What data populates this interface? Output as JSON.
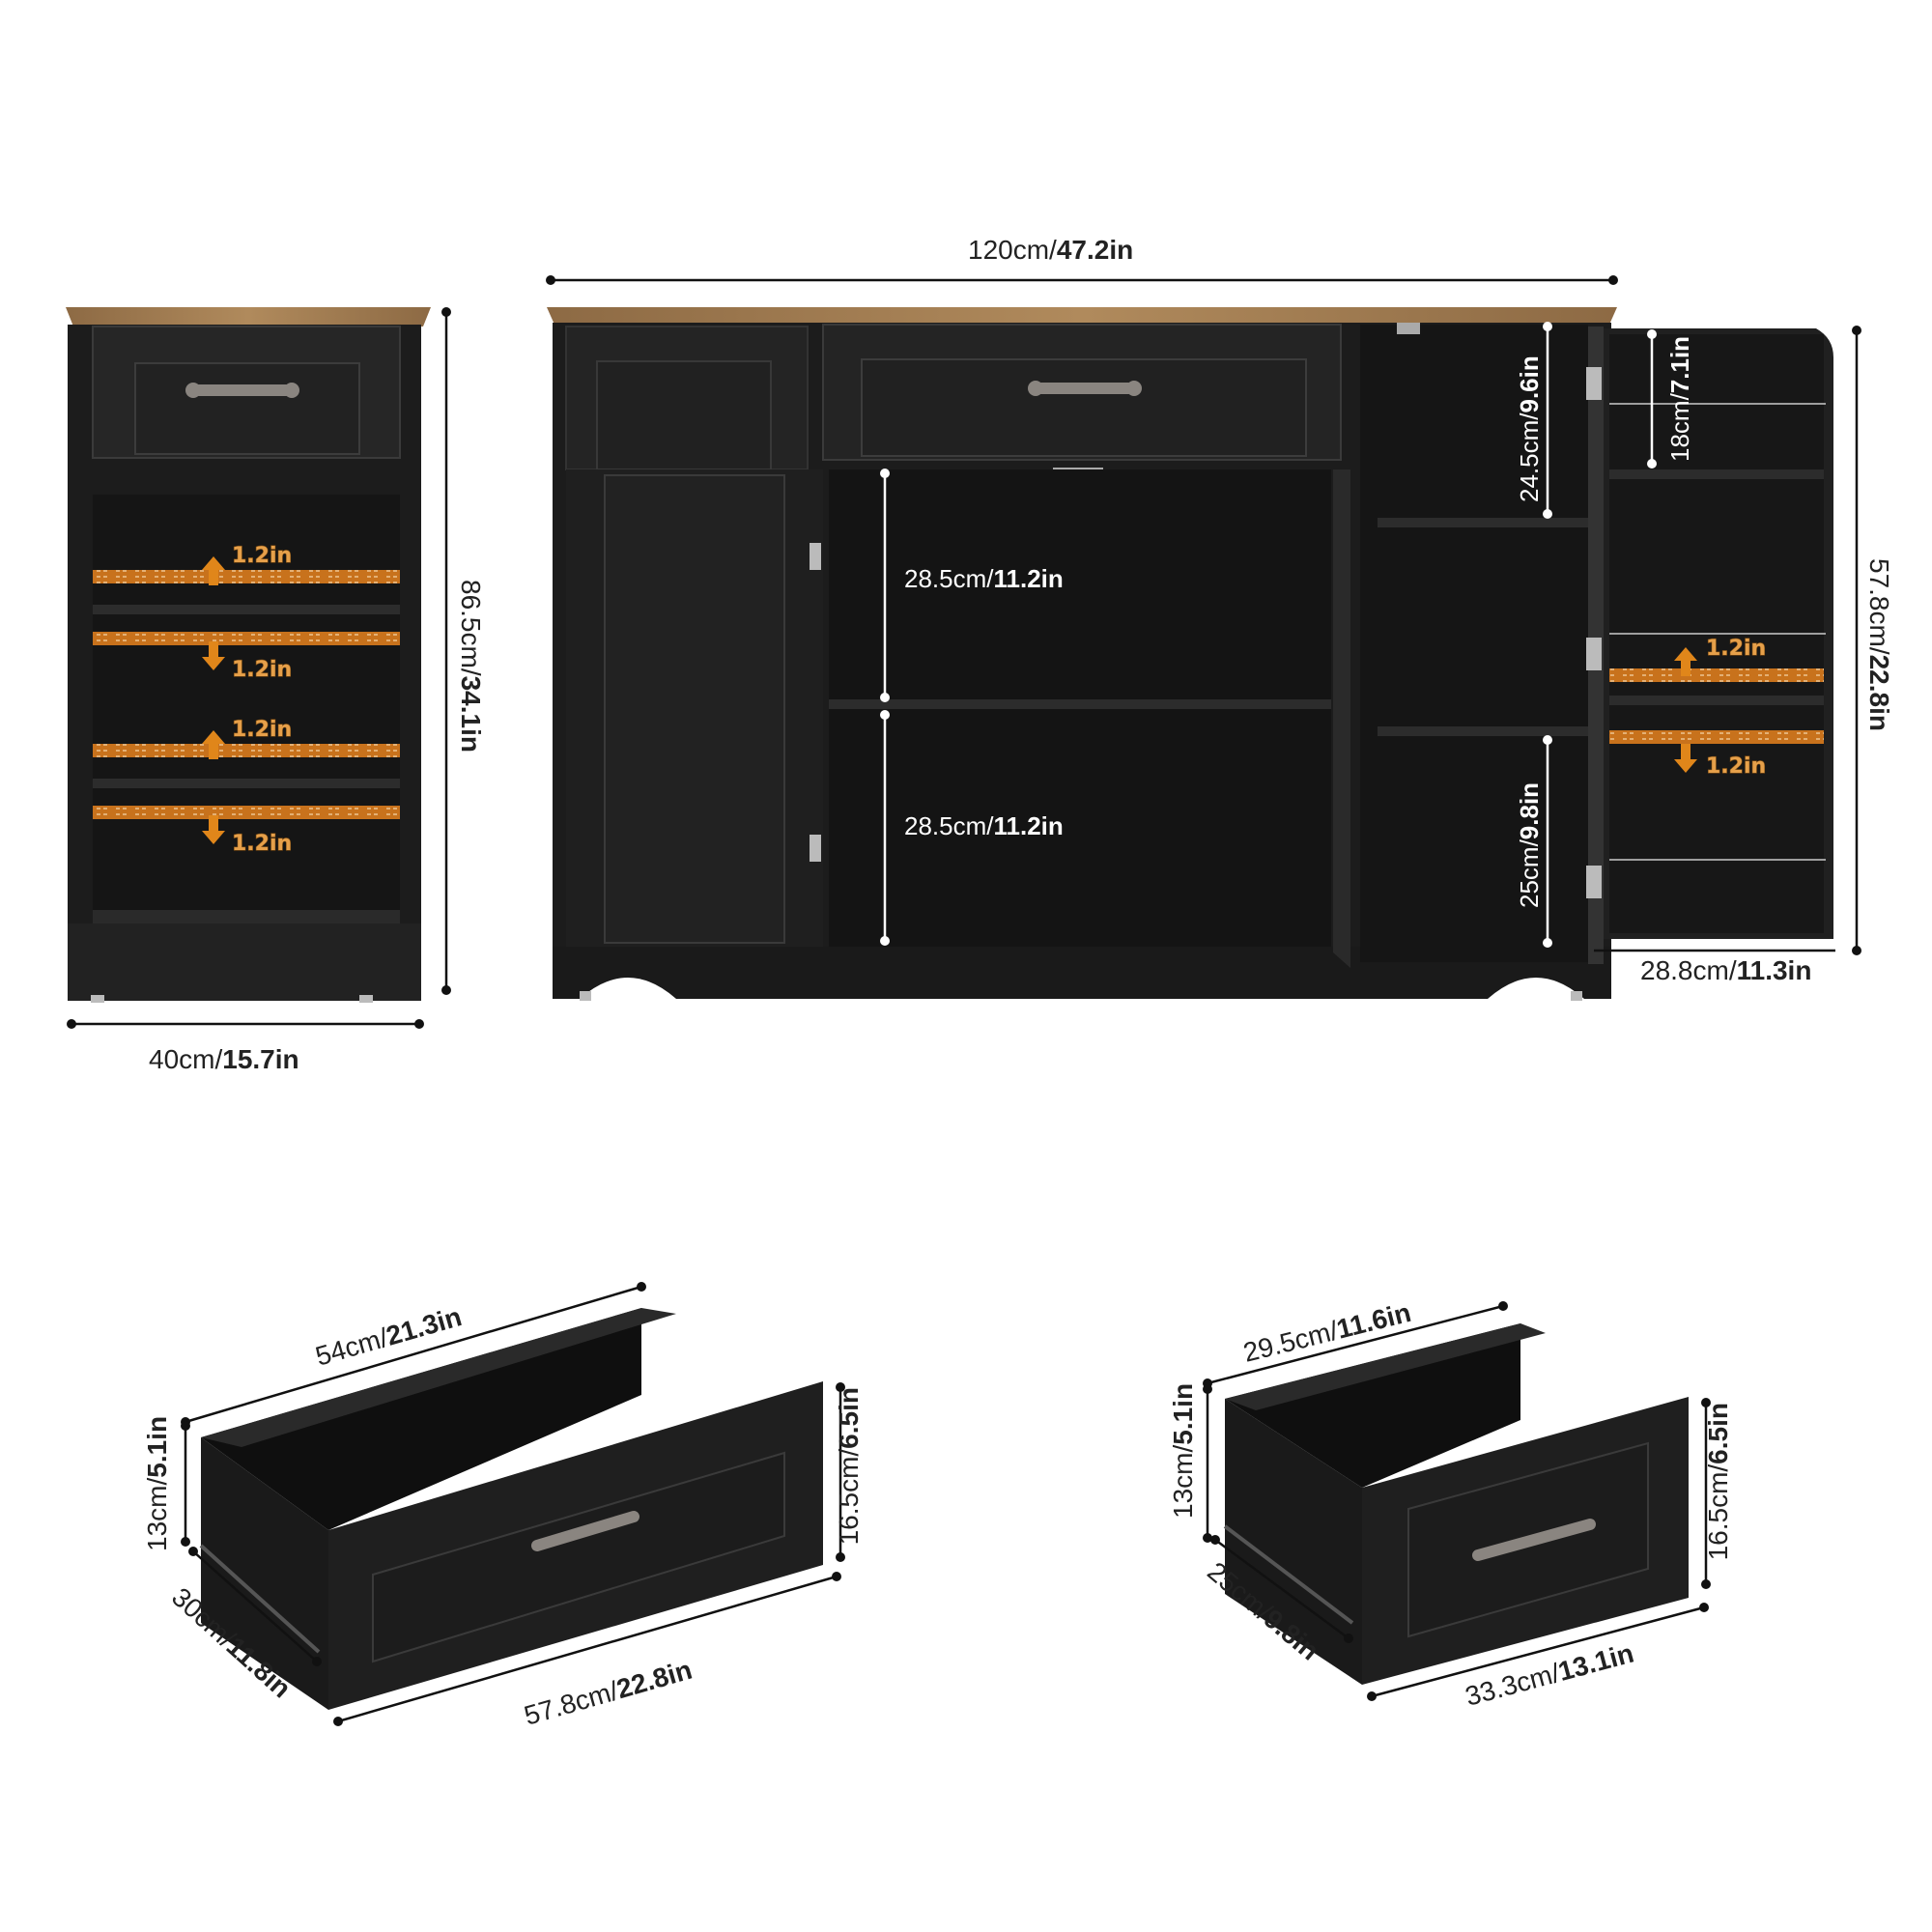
{
  "dimensions": {
    "sideboard_width": {
      "cm": "120cm/",
      "in": "47.2in"
    },
    "side_height": {
      "cm": "86.5cm/",
      "in": "34.1in"
    },
    "side_width": {
      "cm": "40cm/",
      "in": "15.7in"
    },
    "door_height": {
      "cm": "57.8cm/",
      "in": "22.8in"
    },
    "door_width": {
      "cm": "28.8cm/",
      "in": "11.3in"
    },
    "center_upper": {
      "cm": "28.5cm/",
      "in": "11.2in"
    },
    "center_lower": {
      "cm": "28.5cm/",
      "in": "11.2in"
    },
    "right_upper": {
      "cm": "24.5cm/",
      "in": "9.6in"
    },
    "right_lower": {
      "cm": "25cm/",
      "in": "9.8in"
    },
    "door_shelf": {
      "cm": "18cm/",
      "in": "7.1in"
    },
    "adjust_step": "1.2in",
    "big_drawer": {
      "back_width": {
        "cm": "54cm/",
        "in": "21.3in"
      },
      "side_height": {
        "cm": "13cm/",
        "in": "5.1in"
      },
      "depth": {
        "cm": "30cm/",
        "in": "11.8in"
      },
      "front_width": {
        "cm": "57.8cm/",
        "in": "22.8in"
      },
      "front_height": {
        "cm": "16.5cm/",
        "in": "6.5in"
      }
    },
    "small_drawer": {
      "back_width": {
        "cm": "29.5cm/",
        "in": "11.6in"
      },
      "side_height": {
        "cm": "13cm/",
        "in": "5.1in"
      },
      "depth": {
        "cm": "25cm/",
        "in": "9.8in"
      },
      "front_width": {
        "cm": "33.3cm/",
        "in": "13.1in"
      },
      "front_height": {
        "cm": "16.5cm/",
        "in": "6.5in"
      }
    }
  },
  "colors": {
    "cabinet": "#1e1e1e",
    "cabinet_panel": "#2a2a2a",
    "wood_top": "#a27a4f",
    "arrow": "#e0861a",
    "dim_line": "#111111"
  }
}
